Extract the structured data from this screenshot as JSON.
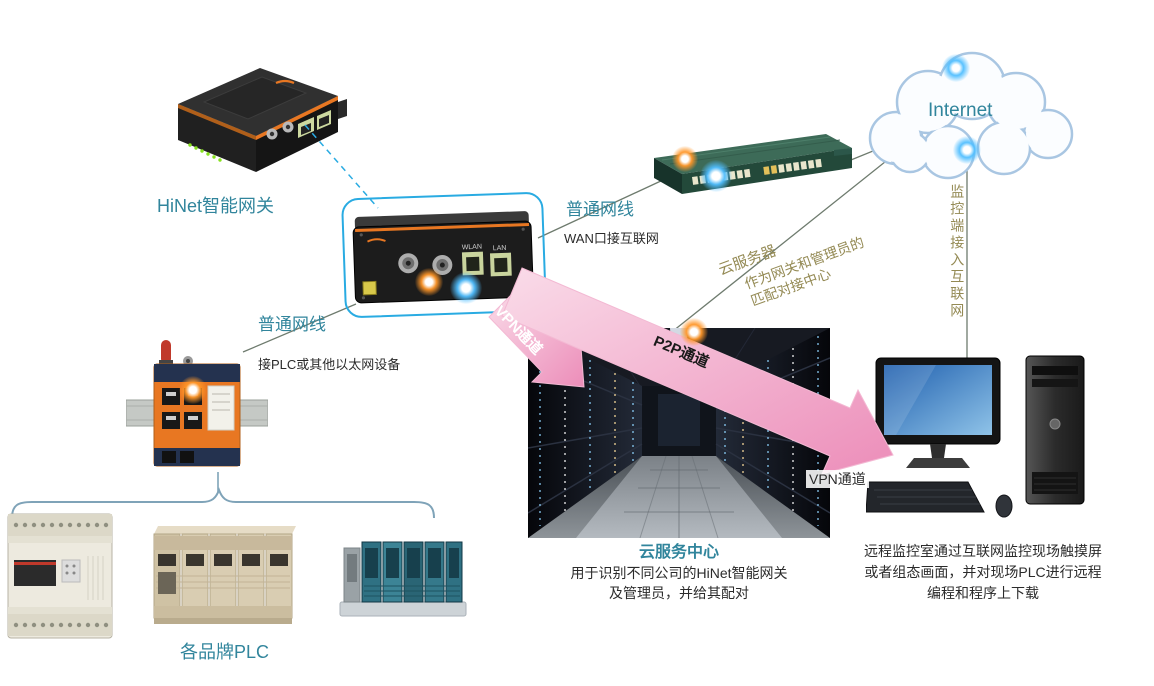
{
  "colors": {
    "teal_text": "#31859C",
    "brown_text": "#948A54",
    "arrow_pink": "#EC8DB9",
    "arrow_pink_light": "#FADCE9",
    "highlight_cyan": "#29ABE2",
    "device_orange": "#E87722"
  },
  "labels": {
    "hinet_gateway": "HiNet智能网关",
    "cable_top": "普通网线",
    "wan_note": "WAN口接互联网",
    "cloud_server": "云服务器",
    "cloud_server_note": "作为网关和管理员的\n匹配对接中心",
    "internet": "Internet",
    "monitor_access": "监控端接入互联网",
    "cable_left": "普通网线",
    "plc_note": "接PLC或其他以太网设备",
    "vpn_channel_a": "VPN通道",
    "p2p_channel": "P2P通道",
    "vpn_channel_b": "VPN通道",
    "plc_group": "各品牌PLC"
  },
  "cloud_center": {
    "title": "云服务中心",
    "description": "用于识别不同公司的HiNet智能网关\n及管理员，并给其配对"
  },
  "remote_room": {
    "description": "远程监控室通过互联网监控现场触摸屏\n或者组态画面，并对现场PLC进行远程\n编程和程序上下载"
  },
  "device_text": {
    "wlan_port": "WLAN",
    "lan_port": "LAN"
  }
}
